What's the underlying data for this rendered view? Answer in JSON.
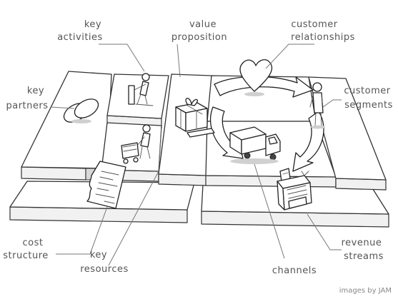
{
  "labels": {
    "key_activities": [
      "key",
      "activities"
    ],
    "value_proposition": [
      "value",
      "proposition"
    ],
    "customer_relationships": [
      "customer",
      "relationships"
    ],
    "key_partners": [
      "key",
      "partners"
    ],
    "customer_segments": [
      "customer",
      "segments"
    ],
    "cost_structure": [
      "cost",
      "structure"
    ],
    "key_resources": [
      "key",
      "resources"
    ],
    "channels": [
      "channels"
    ],
    "revenue_streams": [
      "revenue",
      "streams"
    ]
  },
  "credit": "images by JAM",
  "icons": {
    "key_partners": "interlocked-rings-icon",
    "key_activities": "worker-pushing-icon",
    "key_resources": "worker-with-cart-icon",
    "value_proposition": "gift-box-icon",
    "customer_relationships": "heart-icon",
    "channels": "delivery-truck-icon",
    "customer_segments": "person-icon",
    "revenue_streams": "cash-register-icon",
    "cost_structure": "invoice-paper-icon"
  }
}
